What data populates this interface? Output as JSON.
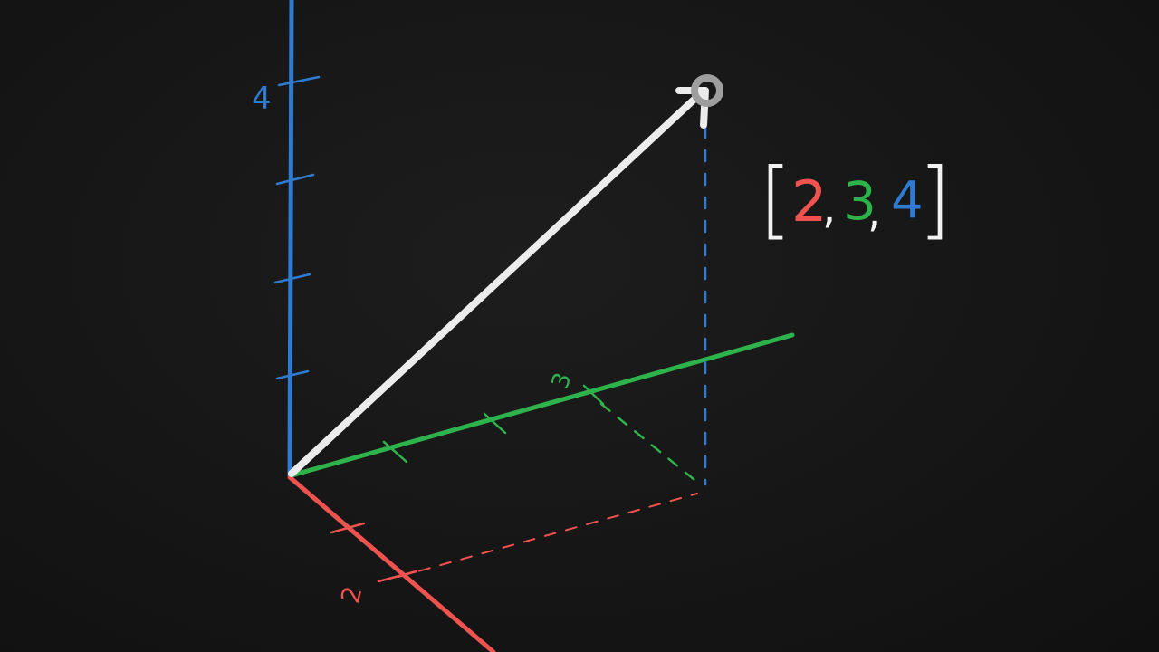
{
  "colors": {
    "background": "#151515",
    "x_axis": "#ef5350",
    "y_axis": "#2eb24b",
    "z_axis": "#2f7bd1",
    "vector": "#ececec",
    "tip_marker": "#9e9e9e",
    "bracket": "#f2f2f2"
  },
  "vector": {
    "components": [
      2,
      3,
      4
    ]
  },
  "labels": {
    "x_tick": "2",
    "y_tick": "3",
    "z_tick": "4"
  },
  "coordinate_readout": {
    "open_bracket": "[",
    "x": "2",
    "sep1": ",",
    "y": "3",
    "sep2": ",",
    "z": "4",
    "close_bracket": "]"
  }
}
